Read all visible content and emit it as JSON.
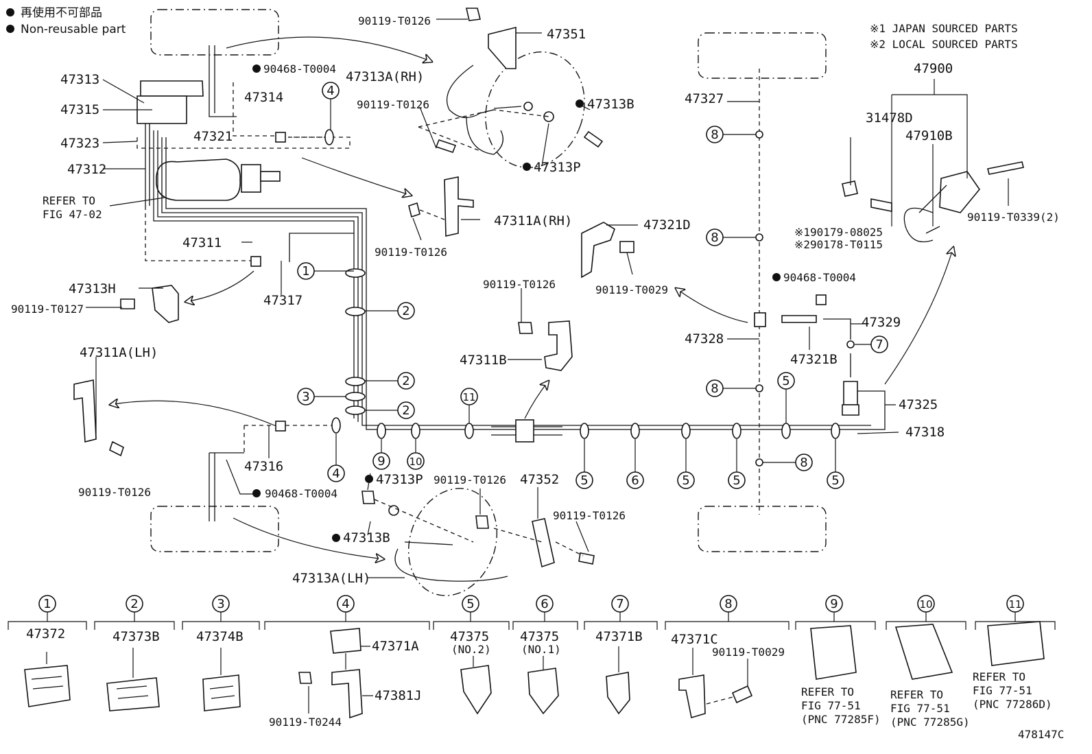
{
  "legend": {
    "line1": "再使用不可部品",
    "line2": "Non-reusable part"
  },
  "notes": {
    "n1": "※1 JAPAN SOURCED PARTS",
    "n2": "※2 LOCAL SOURCED PARTS"
  },
  "labels": {
    "p47351": "47351",
    "t0126_top": "90119-T0126",
    "t0004_top": "90468-T0004",
    "p47313": "47313",
    "p47315": "47315",
    "p47323": "47323",
    "p47321": "47321",
    "p47314": "47314",
    "p47313a_rh": "47313A(RH)",
    "t0126_rh": "90119-T0126",
    "p47313b_top": "47313B",
    "p47313p_top": "47313P",
    "p47312": "47312",
    "refer_line1": "REFER TO",
    "refer_line2": "FIG 47-02",
    "p47311a_rh": "47311A(RH)",
    "t0126_mid": "90119-T0126",
    "p47311": "47311",
    "p47317": "47317",
    "p47313h": "47313H",
    "t0127": "90119-T0127",
    "p47311a_lh": "47311A(LH)",
    "t0126_lh": "90119-T0126",
    "p47316": "47316",
    "t0004_bot": "90468-T0004",
    "p47313p_bot": "47313P",
    "t0126_bot1": "90119-T0126",
    "p47352": "47352",
    "t0126_bot2": "90119-T0126",
    "p47313b_bot": "47313B",
    "p47313a_lh": "47313A(LH)",
    "t0126_center": "90119-T0126",
    "p47311b": "47311B",
    "p47321d": "47321D",
    "t0029": "90119-T0029",
    "p47327": "47327",
    "t0004_right": "90468-T0004",
    "p47329": "47329",
    "p47328": "47328",
    "p47321b": "47321B",
    "p47325": "47325",
    "p47318": "47318",
    "p47900": "47900",
    "p31478d": "31478D",
    "p47910b": "47910B",
    "t0339": "90119-T0339(2)",
    "p190179": "※190179-08025",
    "p290178": "※290178-T0115",
    "figure_id": "478147C"
  },
  "callouts": [
    "1",
    "2",
    "3",
    "4",
    "5",
    "6",
    "7",
    "8",
    "9",
    "10",
    "11"
  ],
  "clip_table": [
    {
      "num": "1",
      "parts": [
        "47372"
      ]
    },
    {
      "num": "2",
      "parts": [
        "47373B"
      ]
    },
    {
      "num": "3",
      "parts": [
        "47374B"
      ]
    },
    {
      "num": "4",
      "parts": [
        "47371A",
        "47381J",
        "90119-T0244"
      ]
    },
    {
      "num": "5",
      "parts": [
        "47375",
        "(NO.2)"
      ]
    },
    {
      "num": "6",
      "parts": [
        "47375",
        "(NO.1)"
      ]
    },
    {
      "num": "7",
      "parts": [
        "47371B"
      ]
    },
    {
      "num": "8",
      "parts": [
        "47371C",
        "90119-T0029"
      ]
    },
    {
      "num": "9",
      "parts": [
        "REFER TO",
        "FIG 77-51",
        "(PNC 77285F)"
      ]
    },
    {
      "num": "10",
      "parts": [
        "REFER TO",
        "FIG 77-51",
        "(PNC 77285G)"
      ]
    },
    {
      "num": "11",
      "parts": [
        "REFER TO",
        "FIG 77-51",
        "(PNC 77286D)"
      ]
    }
  ]
}
